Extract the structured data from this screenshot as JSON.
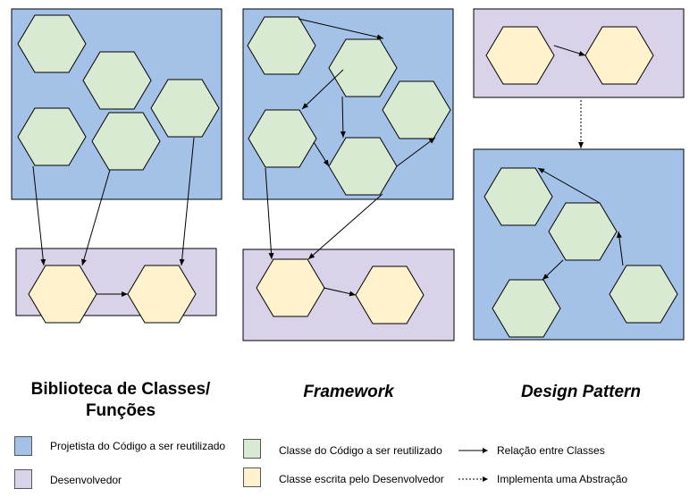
{
  "colors": {
    "blue_box": "#a4c2e8",
    "purple_box": "#d9d2e9",
    "green_hex": "#d9ead3",
    "yellow_hex": "#fff2cc",
    "stroke": "#000000"
  },
  "titles": {
    "library_line1": "Biblioteca de Classes/",
    "library_line2": "Funções",
    "framework": "Framework",
    "design_pattern": "Design Pattern"
  },
  "legend": {
    "blue": "Projetista do Código a ser reutilizado",
    "purple": "Desenvolvedor",
    "green": "Classe do Código a ser reutilizado",
    "yellow": "Classe escrita pelo Desenvolvedor",
    "relation": "Relação entre Classes",
    "abstraction": "Implementa uma Abstração"
  }
}
